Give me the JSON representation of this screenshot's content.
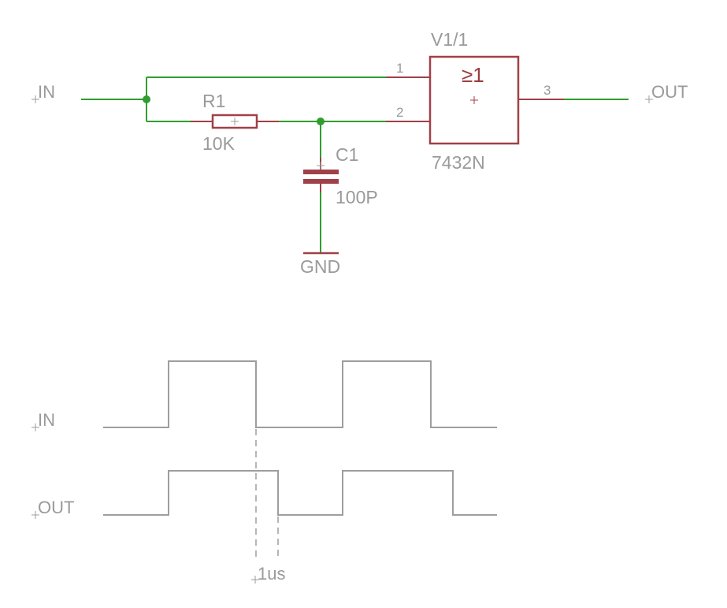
{
  "schematic": {
    "net_in_label": "IN",
    "net_out_label": "OUT",
    "resistor": {
      "name": "R1",
      "value": "10K"
    },
    "capacitor": {
      "name": "C1",
      "value": "100P"
    },
    "ground_label": "GND",
    "gate": {
      "name": "V1/1",
      "part": "7432N",
      "symbol": "≥1",
      "pin_in1": "1",
      "pin_in2": "2",
      "pin_out": "3"
    },
    "colors": {
      "wire": "#2f9e2f",
      "component": "#a04048",
      "text": "#9a9a9a"
    }
  },
  "timing": {
    "in_label": "IN",
    "out_label": "OUT",
    "delay_label": "1us",
    "colors": {
      "trace": "#9e9e9e"
    }
  }
}
